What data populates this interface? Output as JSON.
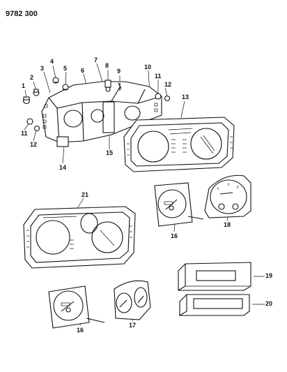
{
  "diagram_code": "9782 300",
  "callouts": [
    {
      "id": "c1",
      "text": "1"
    },
    {
      "id": "c2",
      "text": "2"
    },
    {
      "id": "c3",
      "text": "3"
    },
    {
      "id": "c4",
      "text": "4"
    },
    {
      "id": "c5",
      "text": "5"
    },
    {
      "id": "c6",
      "text": "6"
    },
    {
      "id": "c7",
      "text": "7"
    },
    {
      "id": "c8",
      "text": "8"
    },
    {
      "id": "c9",
      "text": "9"
    },
    {
      "id": "c10",
      "text": "10"
    },
    {
      "id": "c11a",
      "text": "11"
    },
    {
      "id": "c12a",
      "text": "12"
    },
    {
      "id": "c13",
      "text": "13"
    },
    {
      "id": "c11b",
      "text": "11"
    },
    {
      "id": "c12b",
      "text": "12"
    },
    {
      "id": "c14",
      "text": "14"
    },
    {
      "id": "c15",
      "text": "15"
    },
    {
      "id": "c21",
      "text": "21"
    },
    {
      "id": "c16a",
      "text": "16"
    },
    {
      "id": "c18",
      "text": "18"
    },
    {
      "id": "c19",
      "text": "19"
    },
    {
      "id": "c20",
      "text": "20"
    },
    {
      "id": "c16b",
      "text": "16"
    },
    {
      "id": "c17",
      "text": "17"
    }
  ]
}
